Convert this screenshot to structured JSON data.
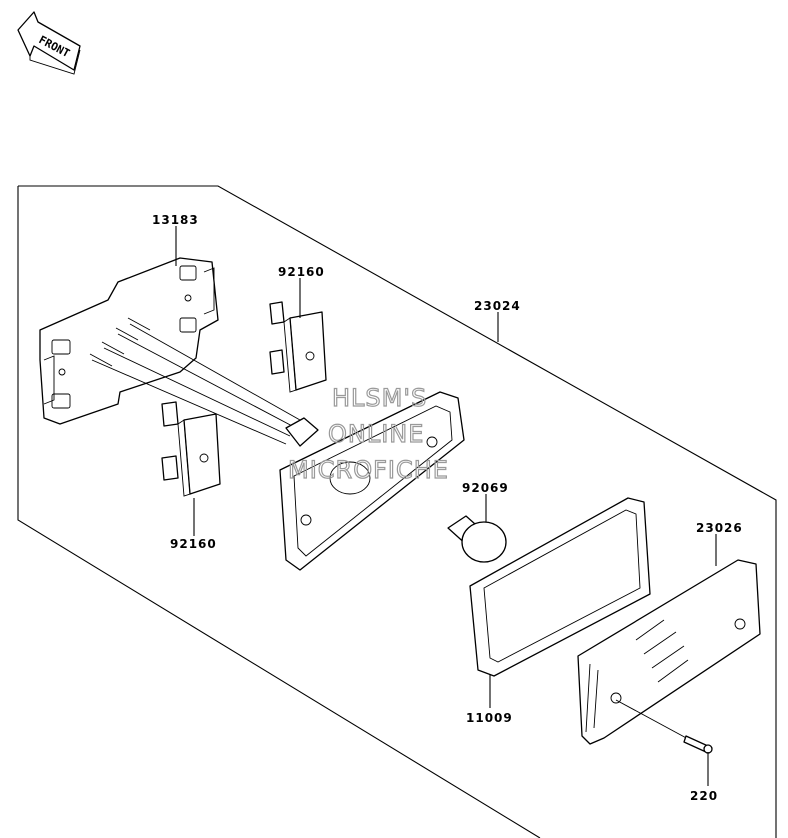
{
  "orientation_label": "FRONT",
  "watermark": [
    "HLSM'S",
    "ONLINE",
    "MICROFICHE"
  ],
  "parts": {
    "mounting_plate": "13183",
    "socket_upper": "92160",
    "socket_lower": "92160",
    "lamp_assembly": "23024",
    "bulb": "92069",
    "gasket": "11009",
    "lens": "23026",
    "screw": "220"
  }
}
